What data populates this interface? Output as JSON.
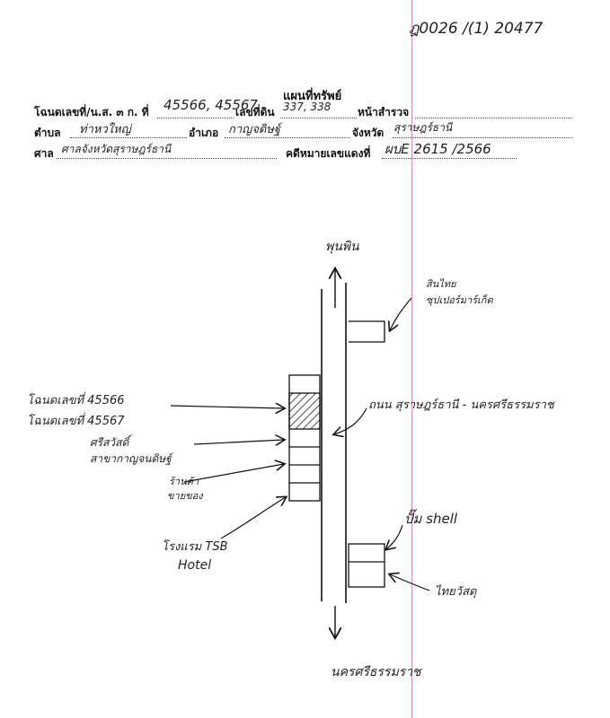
{
  "header": {
    "case_ref": "ฎ0026 /(1) 20477",
    "title": "แผนที่ทรัพย์"
  },
  "form": {
    "deed_label": "โฉนดเลขที่/น.ส. ๓ ก. ที่",
    "deed_value": "45566, 45567",
    "land_no_label": "เลขที่ดิน",
    "land_no_value": "337, 338",
    "survey_page_label": "หน้าสำรวจ",
    "survey_page_value": "",
    "subdistrict_label": "ตำบล",
    "subdistrict_value": "ท่าหวใหญ่",
    "district_label": "อำเภอ",
    "district_value": "กาญจดิษฐ์",
    "province_label": "จังหวัด",
    "province_value": "สุราษฎร์ธานี",
    "court_label": "ศาล",
    "court_value": "ศาลจังหวัดสุราษฎร์ธานี",
    "case_no_label": "คดีหมายเลขแดงที่",
    "case_no_value": "ผบE 2615 /2566"
  },
  "map": {
    "north_label": "พุนพิน",
    "south_label": "นครศรีธรรมราช",
    "road_label": "ถนน สุราษฎร์ธานี - นครศรีธรรมราช",
    "top_right_label_line1": "สินไทย",
    "top_right_label_line2": "ซุปเปอร์มาร์เก็ต",
    "deed_label_line1": "โฉนดเลขที่ 45566",
    "deed_label_line2": "โฉนดเลขที่ 45567",
    "bank_label_line1": "ศรีสวัสดิ์",
    "bank_label_line2": "สาขากาญจนดิษฐ์",
    "shop_label_line1": "ร้านค้า",
    "shop_label_line2": "ขายของ",
    "hotel_label_line1": "โรงแรม TSB",
    "hotel_label_line2": "Hotel",
    "shell_label": "ปั๊ม shell",
    "thaiwatsadu_label": "ไทยวัสดุ"
  }
}
